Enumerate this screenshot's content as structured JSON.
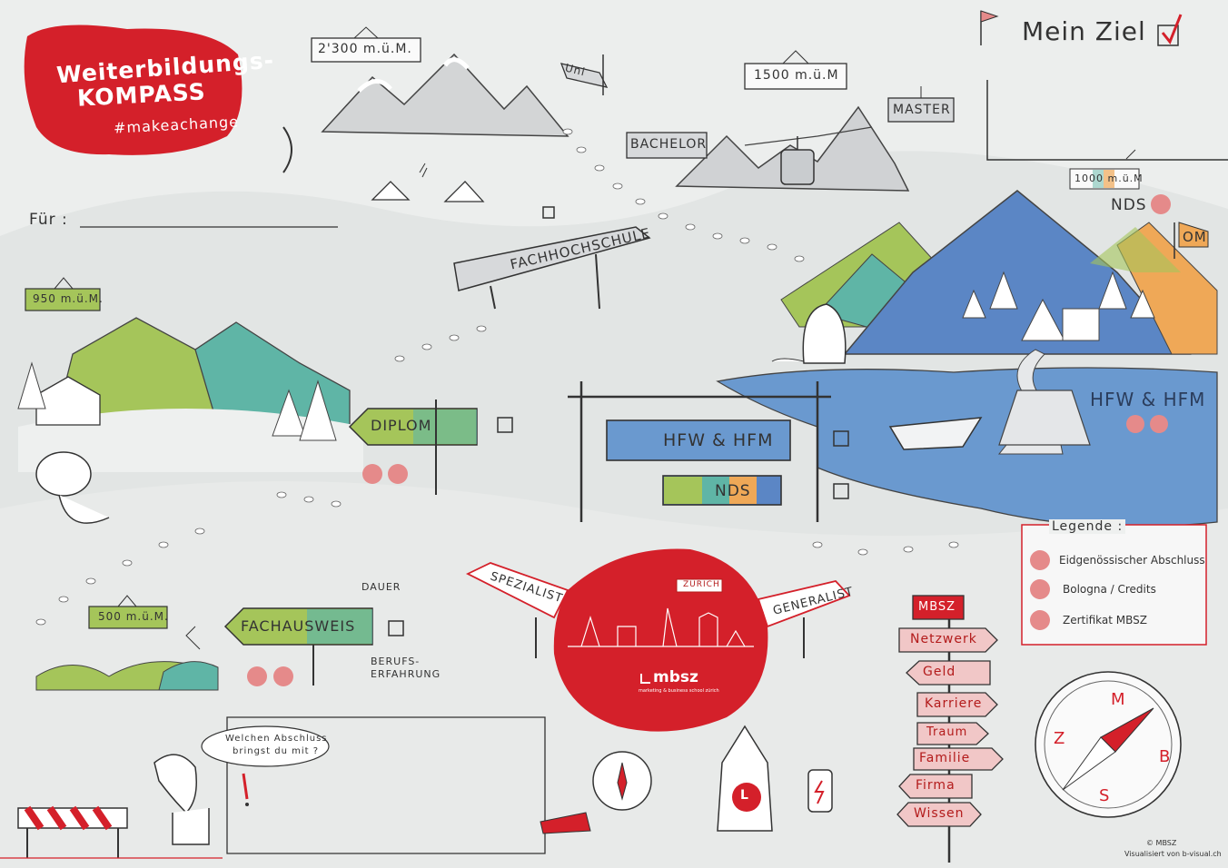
{
  "header": {
    "title_line1": "Weiterbildungs-",
    "title_line2": "KOMPASS",
    "hashtag": "#makeachange"
  },
  "goal": {
    "label": "Mein Ziel"
  },
  "for_label": "Für :",
  "altitudes": {
    "a2300": "2'300 m.ü.M.",
    "a1500": "1500 m.ü.M",
    "a1000": "1000 m.ü.M",
    "a950": "950 m.ü.M.",
    "a500": "500 m.ü.M."
  },
  "signs": {
    "uni": "Uni",
    "bachelor": "BACHELOR",
    "master": "MASTER",
    "fachhochschule": "FACHHOCHSCHULE",
    "diplom": "DIPLOM",
    "hfw_hfm_sign": "HFW & HFM",
    "nds_sign": "NDS",
    "hfw_hfm_lake": "HFW & HFM",
    "nds_peak": "NDS",
    "om": "OM",
    "fachausweis": "FACHAUSWEIS",
    "dauer": "DAUER",
    "berufs": "BERUFS-",
    "erfahrung": "ERFAHRUNG",
    "spezialist": "SPEZIALIST",
    "generalist": "GENERALIST",
    "zurich": "ZÜRICH"
  },
  "question": {
    "line1": "Welchen Abschluss",
    "line2": "bringst du mit ?"
  },
  "legend": {
    "title": "Legende :",
    "items": [
      "Eidgenössischer Abschluss",
      "Bologna / Credits",
      "Zertifikat MBSZ"
    ]
  },
  "signpost": {
    "top": "MBSZ",
    "items": [
      "Netzwerk",
      "Geld",
      "Karriere",
      "Traum",
      "Familie",
      "Firma",
      "Wissen"
    ]
  },
  "compass": {
    "n": "M",
    "w": "Z",
    "e": "B",
    "s": "S"
  },
  "brand": {
    "name": "mbsz",
    "tagline": "marketing & business school zürich",
    "bag_logo": "L"
  },
  "footer": {
    "copyright": "© MBSZ",
    "credit": "Visualisiert von b-visual.ch"
  },
  "colors": {
    "red": "#d4202a",
    "green": "#a5c55a",
    "teal": "#5fb5a6",
    "blue": "#5b86c5",
    "orange": "#efa857",
    "lake": "#6a99cf"
  }
}
